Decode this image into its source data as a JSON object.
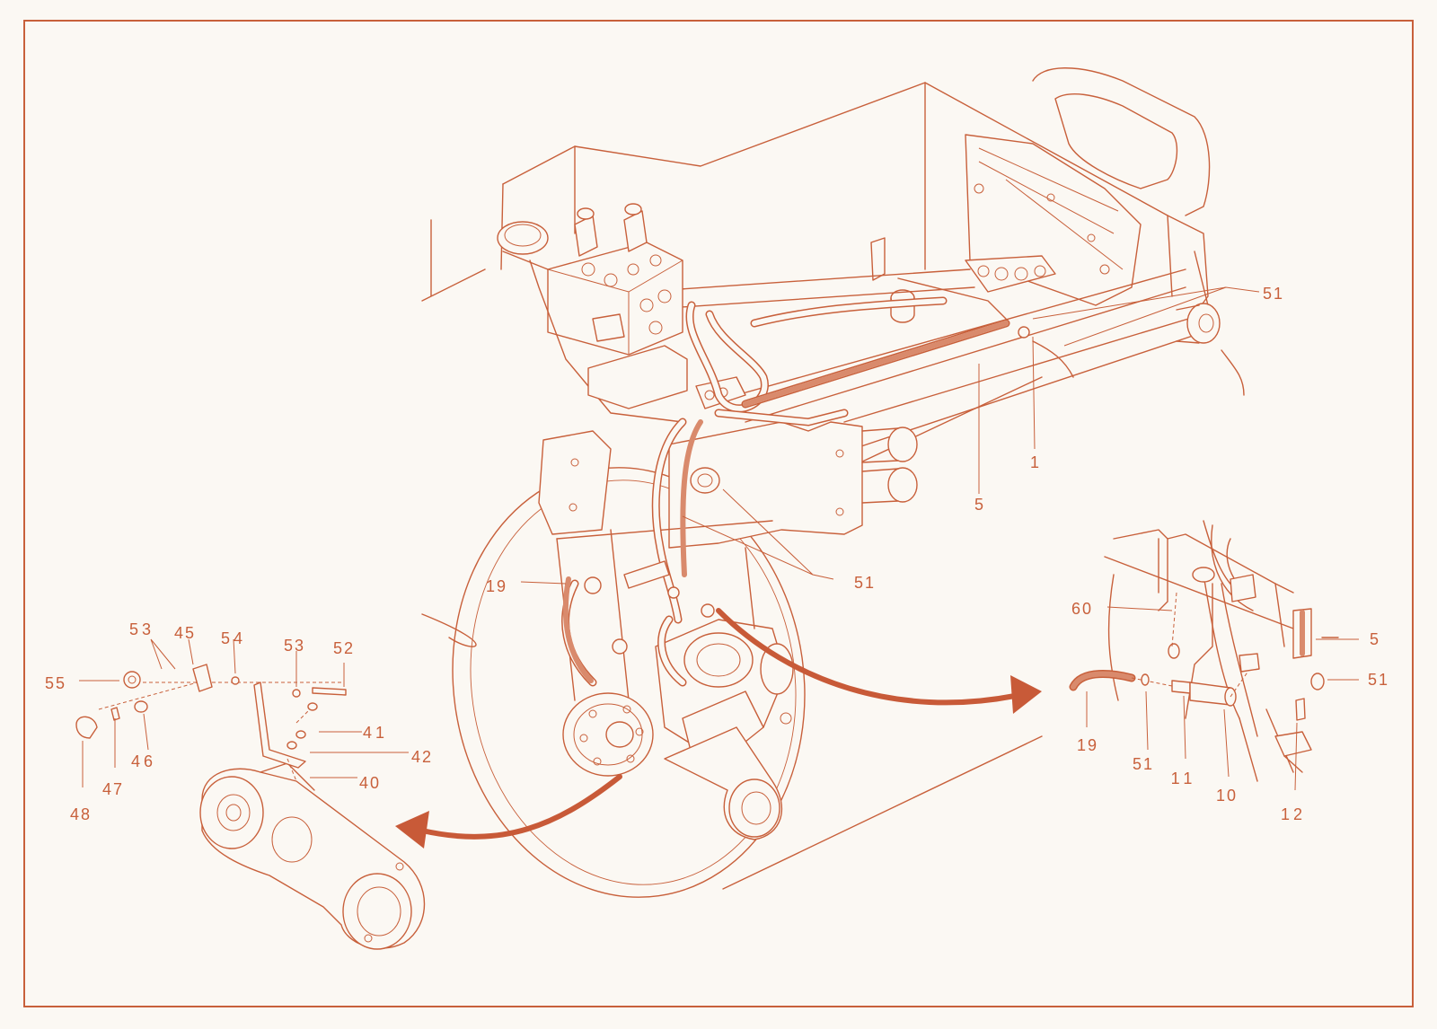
{
  "colors": {
    "line": "#c8603b",
    "arrow": "#c85a38",
    "paper": "#fbf8f3",
    "highlight": "#d98a6c"
  },
  "callouts": {
    "main": [
      "51",
      "1",
      "5",
      "51",
      "19"
    ],
    "left": [
      "55",
      "53",
      "45",
      "54",
      "53",
      "52",
      "41",
      "42",
      "40",
      "46",
      "47",
      "48"
    ],
    "right": [
      "60",
      "5",
      "51",
      "19",
      "51",
      "11",
      "10",
      "12"
    ]
  }
}
